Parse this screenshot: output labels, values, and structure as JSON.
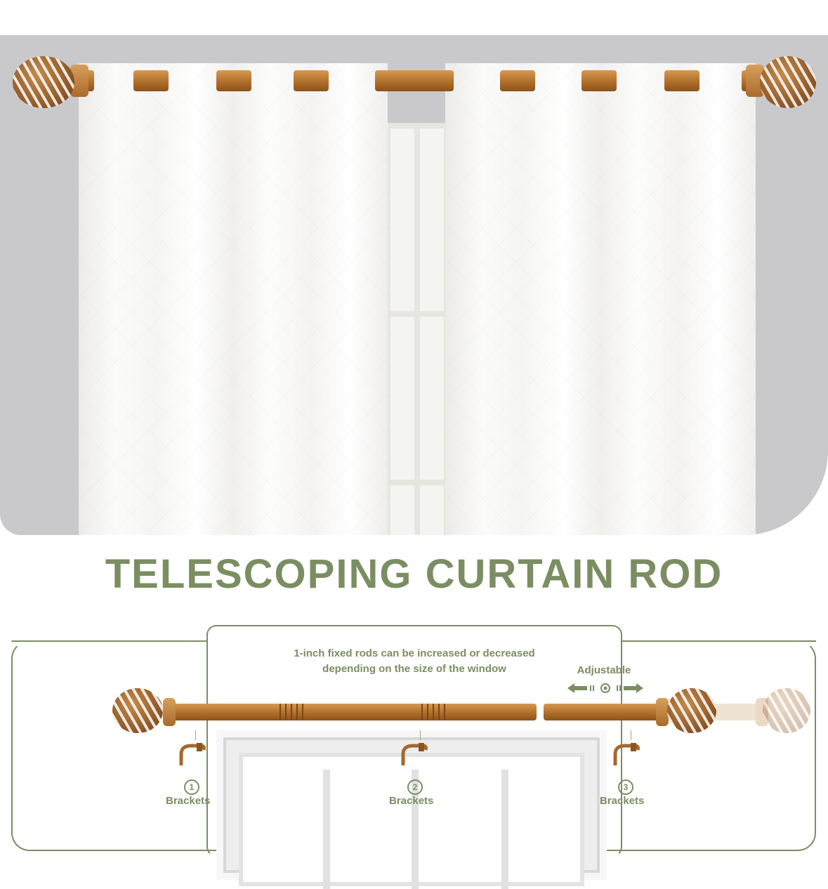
{
  "title": "TELESCOPING CURTAIN ROD",
  "diagram": {
    "note_line1": "1-inch fixed rods can be increased or decreased",
    "note_line2": "depending on the size of the window",
    "adjustable_label": "Adjustable",
    "brackets": [
      {
        "number": "1",
        "label": "Brackets"
      },
      {
        "number": "2",
        "label": "Brackets"
      },
      {
        "number": "3",
        "label": "Brackets"
      }
    ]
  },
  "icons": {
    "finial": "carved-leaf-ball-finial-icon",
    "adjust": "adjust-arrows-icon",
    "bracket": "curtain-bracket-icon"
  },
  "colors": {
    "accent_green": "#7a8e62",
    "rod_wood": "#b87630",
    "background_wall": "#c9c9cc"
  }
}
